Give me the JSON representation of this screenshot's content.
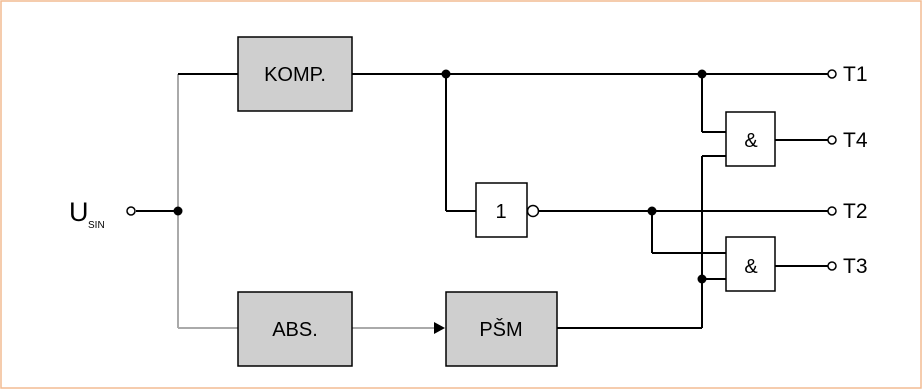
{
  "diagram": {
    "input": {
      "main": "U",
      "sub": "SIN"
    },
    "blocks": {
      "komp": "KOMP.",
      "abs": "ABS.",
      "psm": "PŠM",
      "inverter": "1",
      "and_upper": "&",
      "and_lower": "&"
    },
    "outputs": {
      "t1": "T1",
      "t4": "T4",
      "t2": "T2",
      "t3": "T3"
    }
  }
}
